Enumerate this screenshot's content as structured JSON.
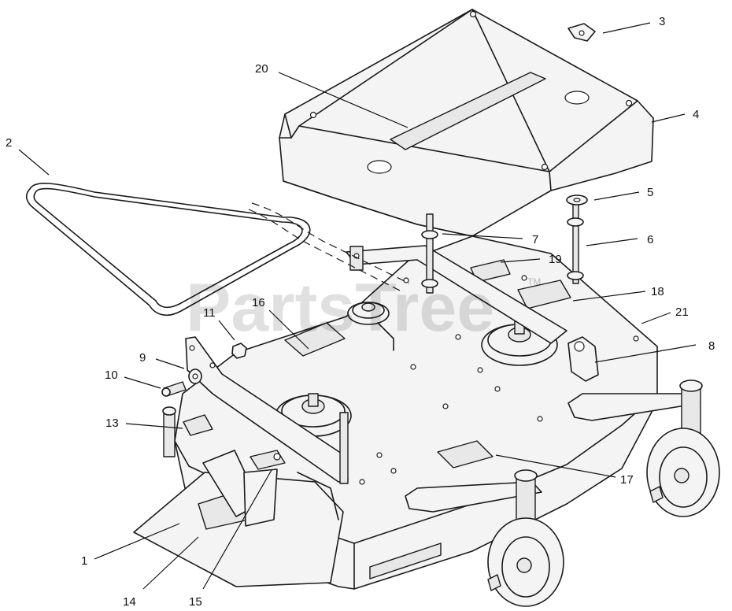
{
  "watermark": {
    "text": "PartsTree",
    "trademark": "TM"
  },
  "callouts": [
    "1",
    "2",
    "3",
    "4",
    "5",
    "6",
    "7",
    "8",
    "9",
    "10",
    "11",
    "13",
    "14",
    "15",
    "16",
    "17",
    "18",
    "19",
    "20",
    "21"
  ]
}
